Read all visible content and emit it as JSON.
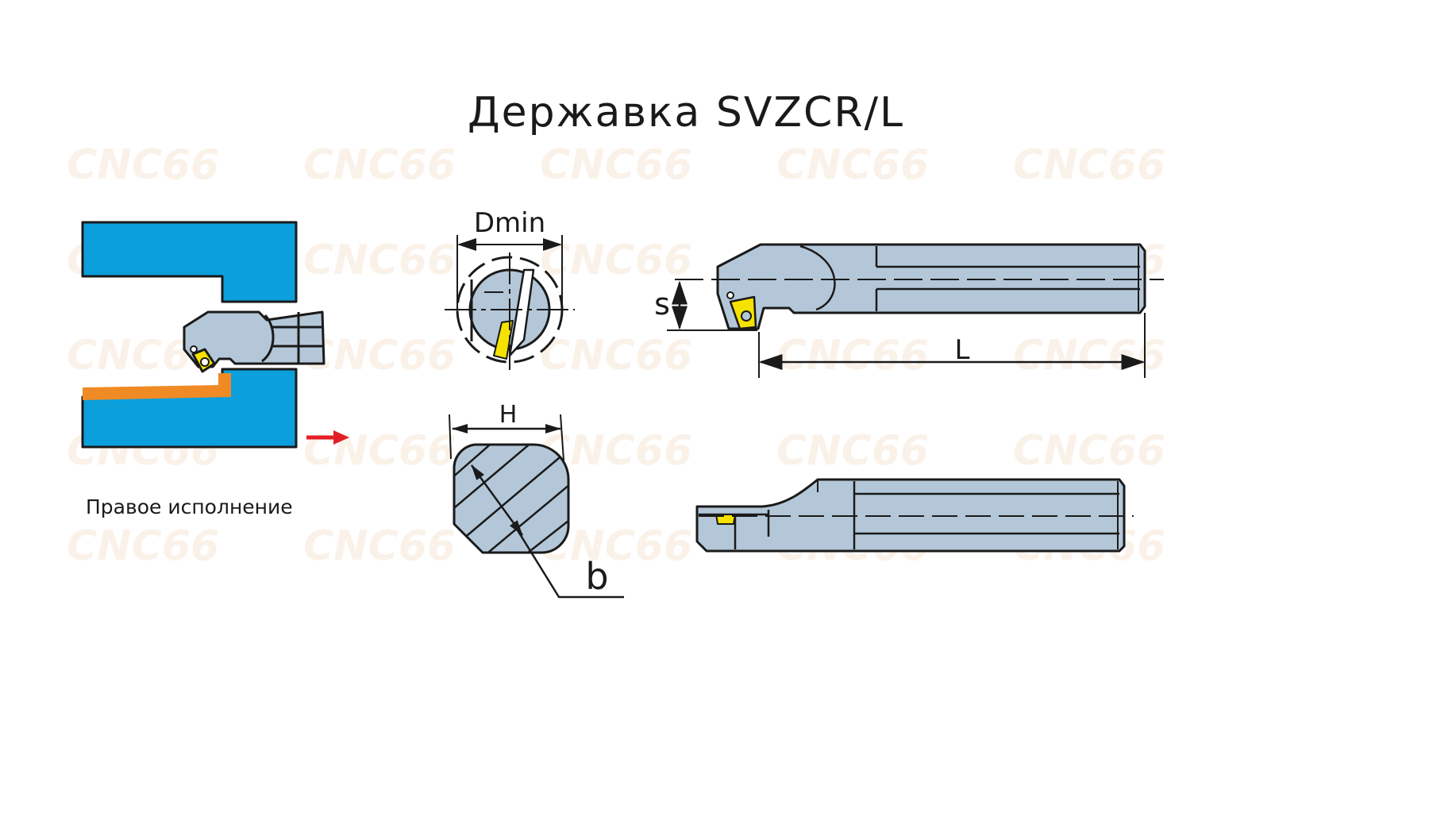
{
  "title": "Державка SVZCR/L",
  "caption": "Правое исполнение",
  "watermark": "CNC66",
  "dimensions": {
    "dmin": "Dmin",
    "h": "H",
    "b": "b",
    "s": "s",
    "l": "L"
  },
  "colors": {
    "workpiece": "#0b9fdc",
    "holder": "#b3c7d8",
    "insert": "#f5e200",
    "chip": "#f08a24",
    "arrow": "#e41e26",
    "outline": "#1a1a1a",
    "watermark": "#f6e8d8"
  }
}
